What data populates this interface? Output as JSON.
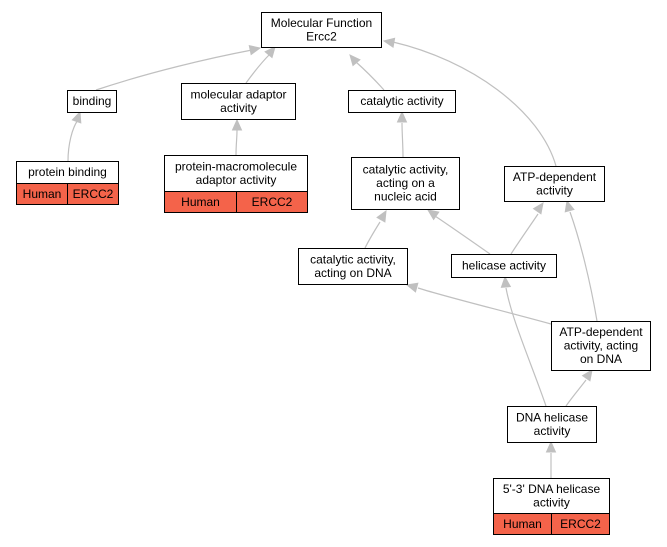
{
  "nodes": {
    "root": {
      "lines": [
        "Molecular Function",
        "Ercc2"
      ]
    },
    "binding": {
      "lines": [
        "binding"
      ]
    },
    "molecular_adaptor": {
      "lines": [
        "molecular adaptor",
        "activity"
      ]
    },
    "catalytic": {
      "lines": [
        "catalytic activity"
      ]
    },
    "protein_binding": {
      "lines": [
        "protein binding"
      ],
      "cells": [
        "Human",
        "ERCC2"
      ]
    },
    "protein_macro": {
      "lines": [
        "protein-macromolecule",
        "adaptor activity"
      ],
      "cells": [
        "Human",
        "ERCC2"
      ]
    },
    "catalytic_nucleic": {
      "lines": [
        "catalytic activity,",
        "acting on a",
        "nucleic acid"
      ]
    },
    "atp_dependent": {
      "lines": [
        "ATP-dependent",
        "activity"
      ]
    },
    "catalytic_dna": {
      "lines": [
        "catalytic activity,",
        "acting on DNA"
      ]
    },
    "helicase": {
      "lines": [
        "helicase activity"
      ]
    },
    "atp_dependent_dna": {
      "lines": [
        "ATP-dependent",
        "activity, acting",
        "on DNA"
      ]
    },
    "dna_helicase": {
      "lines": [
        "DNA helicase",
        "activity"
      ]
    },
    "helicase_53": {
      "lines": [
        "5'-3' DNA helicase",
        "activity"
      ],
      "cells": [
        "Human",
        "ERCC2"
      ]
    }
  },
  "edges": [
    {
      "from": "binding",
      "to": "root"
    },
    {
      "from": "molecular_adaptor",
      "to": "root"
    },
    {
      "from": "catalytic",
      "to": "root"
    },
    {
      "from": "atp_dependent",
      "to": "root"
    },
    {
      "from": "protein_binding",
      "to": "binding"
    },
    {
      "from": "protein_macro",
      "to": "molecular_adaptor"
    },
    {
      "from": "catalytic_nucleic",
      "to": "catalytic"
    },
    {
      "from": "catalytic_dna",
      "to": "catalytic_nucleic"
    },
    {
      "from": "helicase",
      "to": "catalytic_nucleic"
    },
    {
      "from": "helicase",
      "to": "atp_dependent"
    },
    {
      "from": "atp_dependent_dna",
      "to": "atp_dependent"
    },
    {
      "from": "atp_dependent_dna",
      "to": "catalytic_dna"
    },
    {
      "from": "dna_helicase",
      "to": "helicase"
    },
    {
      "from": "dna_helicase",
      "to": "atp_dependent_dna"
    },
    {
      "from": "helicase_53",
      "to": "dna_helicase"
    }
  ],
  "colors": {
    "cell_fill": "#f4634a",
    "edge": "#c0c0c0",
    "border": "#000000"
  }
}
